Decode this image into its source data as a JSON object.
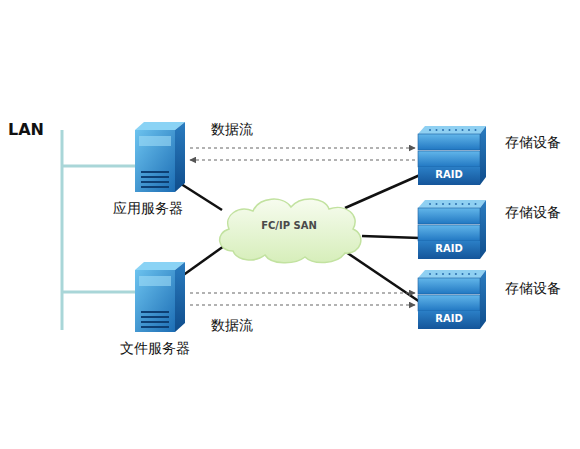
{
  "diagram": {
    "nodes": [
      {
        "text": [
          "应用服务器"
        ]
      },
      {
        "text": [
          "文件服务器"
        ]
      },
      {
        "text": [
          "FC/IP SAN"
        ]
      },
      {
        "text": [
          "RAID",
          "存储设备"
        ]
      },
      {
        "text": [
          "RAID",
          "存储设备"
        ]
      },
      {
        "text": [
          "RAID",
          "存储设备"
        ]
      }
    ],
    "edges": [
      {
        "from": 0,
        "to": 2,
        "arrow": "none"
      },
      {
        "from": 1,
        "to": 2,
        "arrow": "none"
      },
      {
        "from": 2,
        "to": 3,
        "arrow": "none"
      },
      {
        "from": 2,
        "to": 4,
        "arrow": "none"
      },
      {
        "from": 2,
        "to": 5,
        "arrow": "none"
      },
      {
        "from": 0,
        "to": 3,
        "arrow": "to",
        "label": "数据流"
      },
      {
        "from": 3,
        "to": 0,
        "arrow": "to"
      },
      {
        "from": 1,
        "to": 5,
        "arrow": "to"
      },
      {
        "from": 1,
        "to": 5,
        "arrow": "to",
        "label": "数据流"
      }
    ],
    "labels": [
      "LAN"
    ]
  }
}
